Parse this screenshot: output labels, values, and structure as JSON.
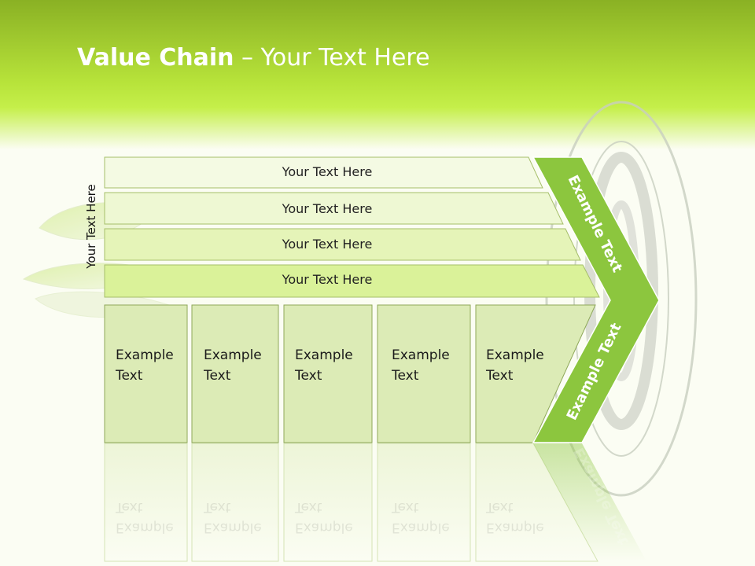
{
  "title": {
    "bold": "Value Chain",
    "rest": " – Your Text Here"
  },
  "side_label": "Your Text Here",
  "rows": [
    "Your Text Here",
    "Your Text Here",
    "Your Text Here",
    "Your Text Here"
  ],
  "cells": [
    {
      "line1": "Example",
      "line2": "Text"
    },
    {
      "line1": "Example",
      "line2": "Text"
    },
    {
      "line1": "Example",
      "line2": "Text"
    },
    {
      "line1": "Example",
      "line2": "Text"
    },
    {
      "line1": "Example",
      "line2": "Text"
    }
  ],
  "arrow": {
    "upper": "Example Text",
    "lower": "Example Text"
  },
  "colors": {
    "header_green": "#bde938",
    "arrow_green": "#8cc63e",
    "row_fill_light": "#f3fadf",
    "row_fill_dark": "#d9f29a",
    "cell_fill": "#dcebb6",
    "border": "#8aab4a"
  }
}
